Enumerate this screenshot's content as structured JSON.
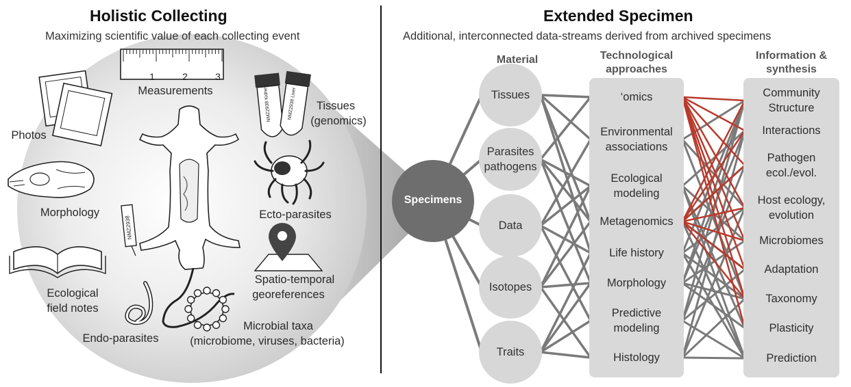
{
  "left_panel": {
    "title": "Holistic Collecting",
    "subtitle": "Maximizing scientific value of each collecting event",
    "ruler_ticks": [
      "1",
      "2",
      "3"
    ],
    "tube_labels": [
      "NMZ2938 Kidney",
      "NMZ2938 Liver"
    ],
    "tag_label": "NMZ2938",
    "labels": {
      "measurements": "Measurements",
      "photos": "Photos",
      "tissues_1": "Tissues",
      "tissues_2": "(genomics)",
      "morphology": "Morphology",
      "ectoparasites": "Ecto-parasites",
      "spatio_1": "Spatio-temporal",
      "spatio_2": "georeferences",
      "field_notes_1": "Ecological",
      "field_notes_2": "field notes",
      "endoparasites": "Endo-parasites",
      "microbial_1": "Microbial taxa",
      "microbial_2": "(microbiome, viruses, bacteria)"
    }
  },
  "right_panel": {
    "title": "Extended Specimen",
    "subtitle": "Additional, interconnected data-streams derived from archived specimens",
    "center_node": "Specimens",
    "col_material_header": "Material",
    "col_tech_header_1": "Technological",
    "col_tech_header_2": "approaches",
    "col_info_header_1": "Information &",
    "col_info_header_2": "synthesis",
    "material": [
      [
        "Tissues"
      ],
      [
        "Parasites",
        "pathogens"
      ],
      [
        "Data"
      ],
      [
        "Isotopes"
      ],
      [
        "Traits"
      ]
    ],
    "technological": [
      [
        "‘omics"
      ],
      [
        "Environmental",
        "associations"
      ],
      [
        "Ecological",
        "modeling"
      ],
      [
        "Metagenomics"
      ],
      [
        "Life history"
      ],
      [
        "Morphology"
      ],
      [
        "Predictive",
        "modeling"
      ],
      [
        "Histology"
      ]
    ],
    "information": [
      [
        "Community",
        "Structure"
      ],
      [
        "Interactions"
      ],
      [
        "Pathogen",
        "ecol./evol."
      ],
      [
        "Host ecology,",
        "evolution"
      ],
      [
        "Microbiomes"
      ],
      [
        "Adaptation"
      ],
      [
        "Taxonomy"
      ],
      [
        "Plasticity"
      ],
      [
        "Prediction"
      ]
    ]
  },
  "colors": {
    "node_fill": "#d7d7d7",
    "specimen_fill": "#6e6e6e",
    "gray_link": "#7a7a7a",
    "red_link": "#b83a2c",
    "panel_fill": "#d9d9d9"
  }
}
